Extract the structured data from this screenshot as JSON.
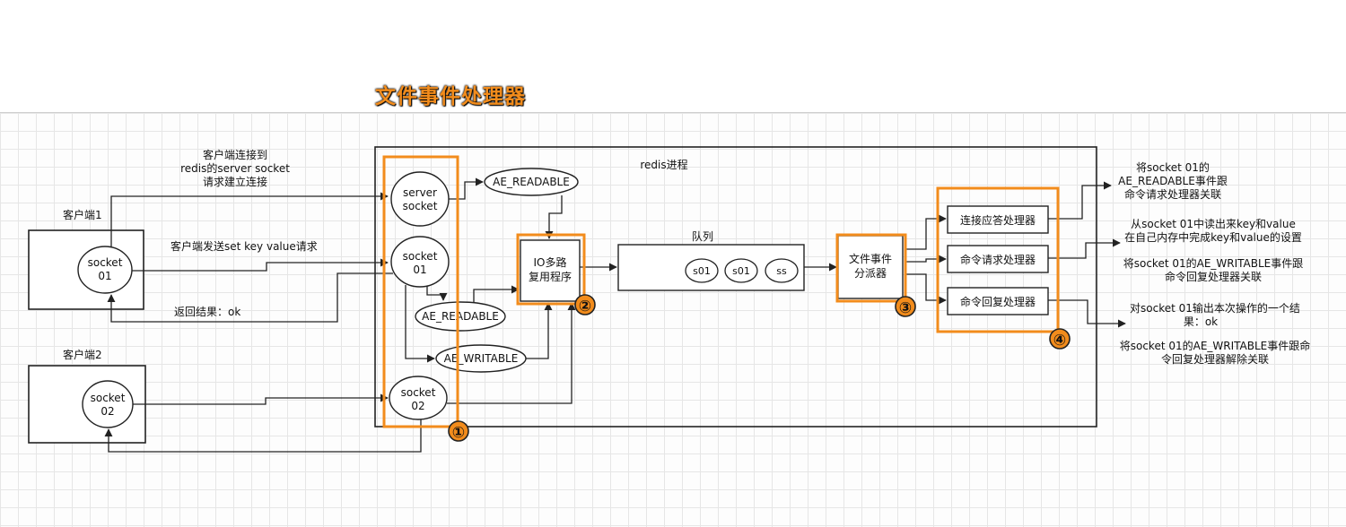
{
  "title": "文件事件处理器",
  "process": {
    "label": "redis进程"
  },
  "clients": [
    {
      "label": "客户端1",
      "socket": [
        "socket",
        "01"
      ]
    },
    {
      "label": "客户端2",
      "socket": [
        "socket",
        "02"
      ]
    }
  ],
  "annotations": {
    "connect": [
      "客户端连接到",
      "redis的server socket",
      "请求建立连接"
    ],
    "send": "客户端发送set key value请求",
    "return": "返回结果：ok"
  },
  "sockets": {
    "server": [
      "server",
      "socket"
    ],
    "s01": [
      "socket",
      "01"
    ],
    "s02": [
      "socket",
      "02"
    ]
  },
  "events": {
    "readable_top": "AE_READABLE",
    "readable_mid": "AE_READABLE",
    "writable": "AE_WRITABLE"
  },
  "multiplexer": [
    "IO多路",
    "复用程序"
  ],
  "queue": {
    "label": "队列",
    "items": [
      "s01",
      "s01",
      "ss"
    ]
  },
  "dispatcher": [
    "文件事件",
    "分派器"
  ],
  "handlers": [
    "连接应答处理器",
    "命令请求处理器",
    "命令回复处理器"
  ],
  "notes": {
    "n1": [
      "将socket 01的",
      "AE_READABLE事件跟",
      "命令请求处理器关联"
    ],
    "n2": [
      "从socket 01中读出来key和value",
      "在自己内存中完成key和value的设置"
    ],
    "n3": [
      "将socket 01的AE_WRITABLE事件跟",
      "命令回复处理器关联"
    ],
    "n4": [
      "对socket 01输出本次操作的一个结",
      "果：ok"
    ],
    "n5": [
      "将socket 01的AE_WRITABLE事件跟命",
      "令回复处理器解除关联"
    ]
  },
  "markers": [
    "①",
    "②",
    "③",
    "④"
  ],
  "colors": {
    "highlight": "#f28c1c",
    "line": "#222222",
    "marker_fill": "#f28c1c"
  }
}
